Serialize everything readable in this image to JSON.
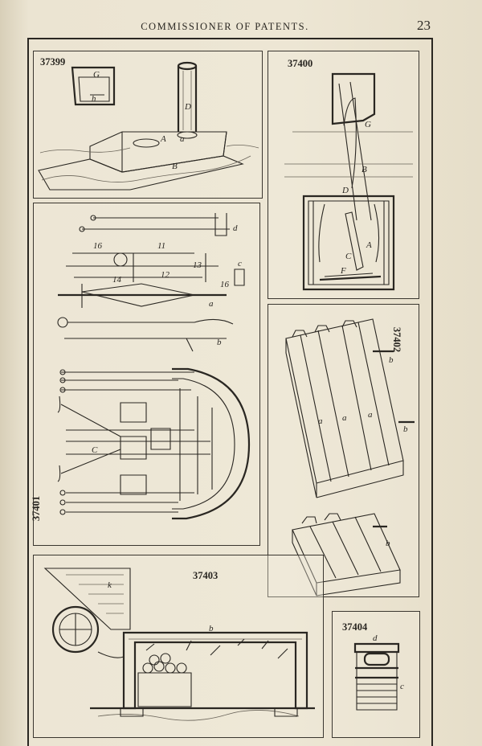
{
  "header": {
    "running_head": "COMMISSIONER OF PATENTS.",
    "page_number": "23"
  },
  "figures": [
    {
      "number": "37399",
      "letters": [
        "G",
        "h",
        "D",
        "A",
        "a",
        "B"
      ]
    },
    {
      "number": "37400",
      "letters": [
        "G",
        "B",
        "D",
        "C",
        "A",
        "F"
      ]
    },
    {
      "number": "37401",
      "letters": [
        "d",
        "16",
        "11",
        "13",
        "12",
        "14",
        "c",
        "16",
        "a",
        "b",
        "C"
      ]
    },
    {
      "number": "37402",
      "letters": [
        "b",
        "a",
        "a",
        "a",
        "b",
        "b"
      ]
    },
    {
      "number": "37403",
      "letters": [
        "k",
        "b"
      ]
    },
    {
      "number": "37404",
      "letters": [
        "d",
        "c"
      ]
    }
  ]
}
